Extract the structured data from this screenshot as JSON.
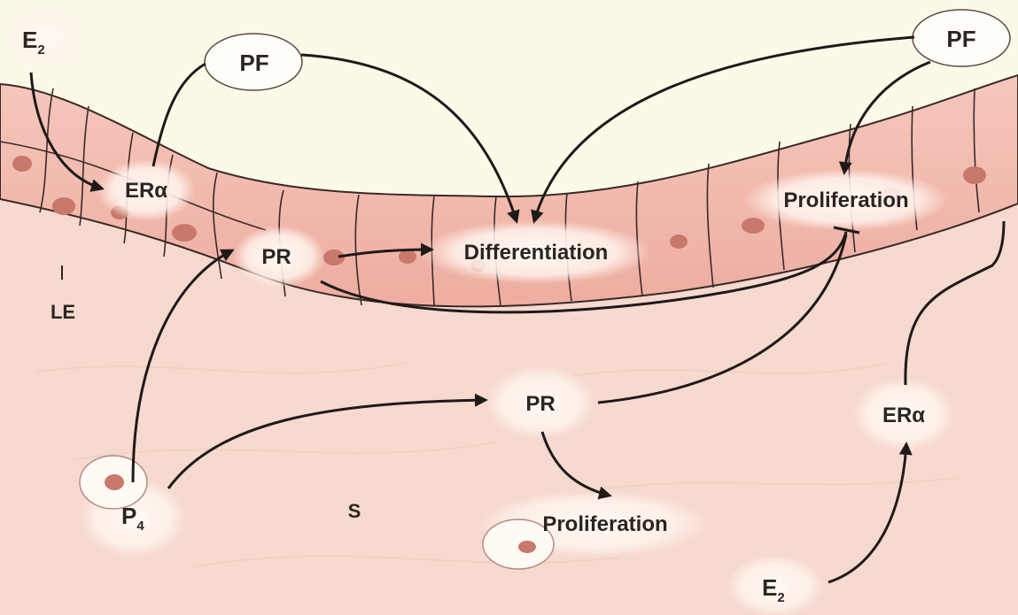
{
  "labels": {
    "e2_top_left": {
      "main": "E",
      "sub": "2"
    },
    "e2_bottom_right": {
      "main": "E",
      "sub": "2"
    },
    "p4": {
      "main": "P",
      "sub": "4"
    },
    "pf_left": "PF",
    "pf_right": "PF",
    "er_alpha_epithelium": "ERα",
    "er_alpha_stroma": "ERα",
    "pr_epithelium": "PR",
    "pr_stroma": "PR",
    "differentiation": "Differentiation",
    "proliferation_epithelium": "Proliferation",
    "proliferation_stroma": "Proliferation",
    "luminal_epithelium": "LE",
    "stroma": "S"
  },
  "colors": {
    "background": "#fbfae8",
    "stroma": "#f6d9cf",
    "epithelium": "#f2b9ad",
    "cell_outline": "#3a2a26",
    "nucleus": "#c9786c",
    "arrow": "#1e1a18",
    "halo": "#fff7f1"
  }
}
